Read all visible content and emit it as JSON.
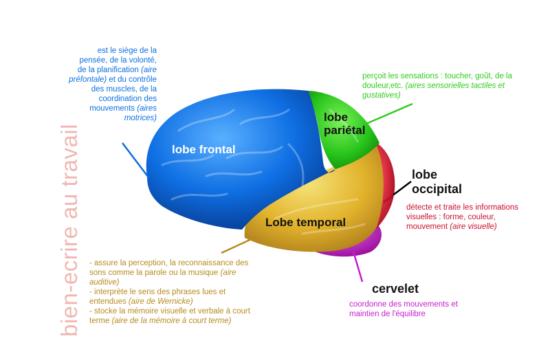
{
  "watermark": "bien-ecrire au travail",
  "lobes": {
    "frontal": {
      "label": "lobe frontal",
      "description": "est le siège de la pensée, de la volonté, de la planification",
      "italic_1": "(aire préfontale)",
      "description_2": "et du contrôle des muscles, de la coordination des mouvements",
      "italic_2": "(aires motrices)",
      "color": "#0b6fe0"
    },
    "parietal": {
      "label": "lobe pariétal",
      "description": "perçoit les sensations : toucher, goût, de la douleur,etc.",
      "italic": "(aires sensorielles tactiles et gustatives)",
      "color": "#2ecc1a"
    },
    "occipital": {
      "label": "lobe occipital",
      "description": "détecte et traite les informations visuelles : forme, couleur, mouvement",
      "italic": "(aire visuelle)",
      "color": "#c8102e"
    },
    "temporal": {
      "label": "Lobe temporal",
      "line_1": "- assure la perception, la reconnaissance des sons comme la parole ou la musique",
      "italic_1": "(aire auditive)",
      "line_2": "- interprète le sens des phrases lues et entendues",
      "italic_2": "(aire de Wernicke)",
      "line_3": "- stocke la mémoire visuelle et  verbale à court terme",
      "italic_3": "(aire de la mémoire à court terme)",
      "color": "#b78a1e"
    },
    "cervelet": {
      "label": "cervelet",
      "description": "coordonne des mouvements et maintien de l'équilibre",
      "color": "#c71ccf"
    }
  }
}
